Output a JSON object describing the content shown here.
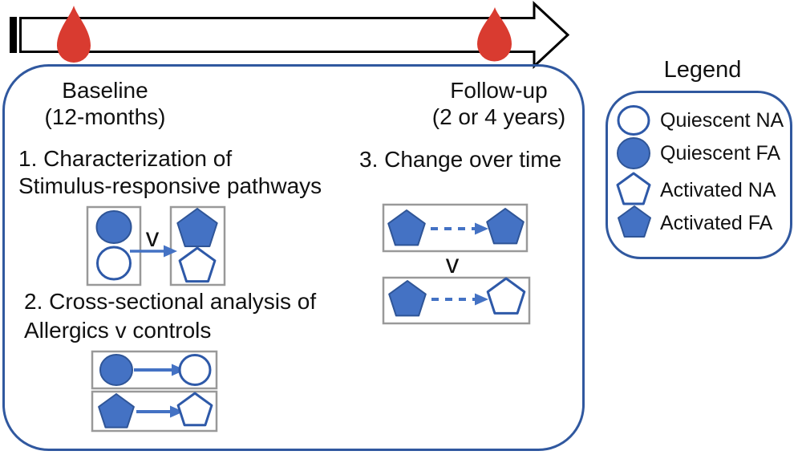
{
  "figure": {
    "timeline": {
      "baseline": {
        "line1": "Baseline",
        "line2": "(12-months)"
      },
      "followup": {
        "line1": "Follow-up",
        "line2": "(2 or 4 years)"
      }
    },
    "analyses": {
      "one": {
        "line1": "1. Characterization of",
        "line2": "Stimulus-responsive pathways",
        "versus": "v"
      },
      "two": {
        "line1": "2. Cross-sectional analysis of",
        "line2": "Allergics v controls"
      },
      "three": {
        "title": "3. Change over time",
        "versus": "v"
      }
    },
    "legend": {
      "title": "Legend",
      "items": [
        {
          "icon": "circle-outline-icon",
          "label": "Quiescent NA"
        },
        {
          "icon": "circle-filled-icon",
          "label": "Quiescent FA"
        },
        {
          "icon": "pentagon-outline-icon",
          "label": "Activated NA"
        },
        {
          "icon": "pentagon-filled-icon",
          "label": "Activated FA"
        }
      ]
    },
    "colors": {
      "shape_fill_blue": "#4472C4",
      "shape_stroke_blue": "#2F5597",
      "outline_shape_blue": "#2E59A8",
      "container_border_blue": "#30589F",
      "blood_drop_red": "#D93B30",
      "inner_box_gray": "#999999"
    }
  }
}
